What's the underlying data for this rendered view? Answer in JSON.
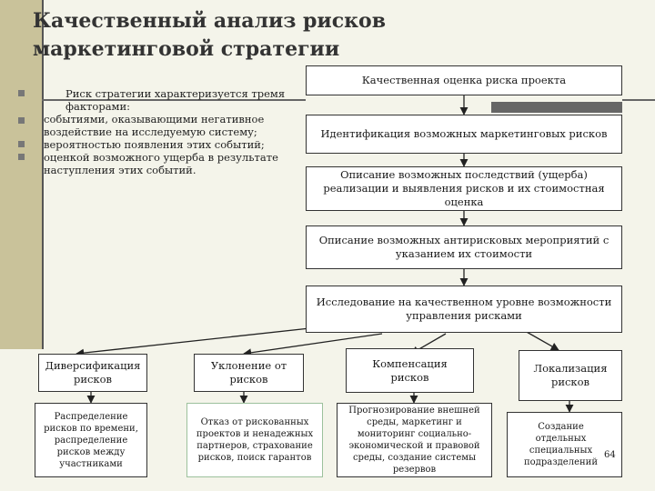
{
  "title": "Качественный анализ рисков маркетинговой стратегии",
  "bullets": [
    "Риск стратегии характеризуется тремя факторами:",
    "событиями, оказывающими негативное воздействие на исследуемую систему;",
    "вероятностью появления этих событий;",
    "оценкой возможного ущерба в результате наступления этих событий."
  ],
  "flow": {
    "step1": "Качественная оценка риска проекта",
    "step2": "Идентификация возможных маркетинговых рисков",
    "step3": "Описание возможных последствий (ущерба) реализации и выявления рисков и их стоимостная оценка",
    "step4": "Описание возможных антирисковых мероприятий с указанием их стоимости",
    "step5": "Исследование на качественном уровне возможности управления рисками"
  },
  "methods": [
    {
      "name": "Диверсификация рисков",
      "detail": "Распределение рисков по времени, распределение рисков между участниками"
    },
    {
      "name": "Уклонение от рисков",
      "detail": "Отказ от рискованных проектов и ненадежных партнеров, страхование рисков, поиск гарантов"
    },
    {
      "name": "Компенсация рисков",
      "detail": "Прогнозирование внешней среды, маркетинг и мониторинг социально-экономической и правовой среды, создание системы резервов"
    },
    {
      "name": "Локализация рисков",
      "detail": "Создание отдельных специальных подразделений"
    }
  ],
  "page_number": "64"
}
